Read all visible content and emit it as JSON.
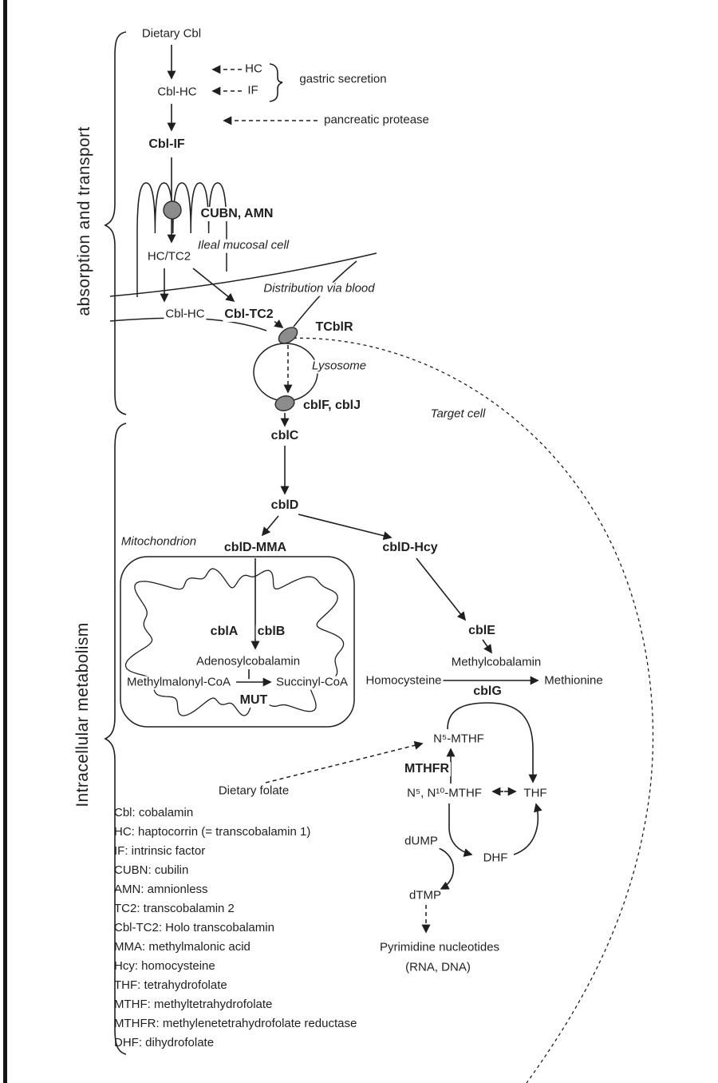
{
  "colors": {
    "ink": "#1f1f1f",
    "receptor_fill": "#8c8c8c",
    "receptor_stroke": "#2a2a2a"
  },
  "section_labels": {
    "absorption": "absorption and transport",
    "metabolism": "Intracellular metabolism"
  },
  "labels": {
    "dietary_cbl": "Dietary Cbl",
    "hc": "HC",
    "if": "IF",
    "gastric_secretion": "gastric secretion",
    "pancreatic_protease": "pancreatic protease",
    "cbl_hc_top": "Cbl-HC",
    "cbl_if": "Cbl-IF",
    "cubn_amn": "CUBN, AMN",
    "ileal_mucosal_cell": "Ileal mucosal cell",
    "hc_tc2": "HC/TC2",
    "distribution_via_blood": "Distribution via blood",
    "cbl_hc_blood": "Cbl-HC",
    "cbl_tc2": "Cbl-TC2",
    "tcblr": "TCblR",
    "lysosome": "Lysosome",
    "cblf_cblj": "cblF, cblJ",
    "cblc": "cblC",
    "target_cell": "Target cell",
    "cbld": "cblD",
    "mitochondrion": "Mitochondrion",
    "cbld_mma": "cblD-MMA",
    "cbld_hcy": "cblD-Hcy",
    "cbla": "cblA",
    "cblb": "cblB",
    "adenosylcobalamin": "Adenosylcobalamin",
    "methylmalonyl_coa": "Methylmalonyl-CoA",
    "succinyl_coa": "Succinyl-CoA",
    "mut": "MUT",
    "cble": "cblE",
    "methylcobalamin": "Methylcobalamin",
    "homocysteine": "Homocysteine",
    "methionine": "Methionine",
    "cblg": "cblG",
    "n5_mthf": "N⁵-MTHF",
    "mthfr": "MTHFR",
    "n5_n10_mthf": "N⁵, N¹⁰-MTHF",
    "thf": "THF",
    "dietary_folate": "Dietary folate",
    "dump": "dUMP",
    "dhf": "DHF",
    "dtmp": "dTMP",
    "pyrimidine_nucleotides": "Pyrimidine nucleotides",
    "rna_dna": "(RNA, DNA)"
  },
  "legend": [
    "Cbl: cobalamin",
    "HC: haptocorrin (= transcobalamin 1)",
    "IF: intrinsic factor",
    "CUBN: cubilin",
    "AMN: amnionless",
    "TC2: transcobalamin 2",
    "Cbl-TC2: Holo transcobalamin",
    "MMA: methylmalonic acid",
    "Hcy: homocysteine",
    "THF: tetrahydrofolate",
    "MTHF: methyltetrahydrofolate",
    "MTHFR: methylenetetrahydrofolate reductase",
    "DHF: dihydrofolate"
  ]
}
